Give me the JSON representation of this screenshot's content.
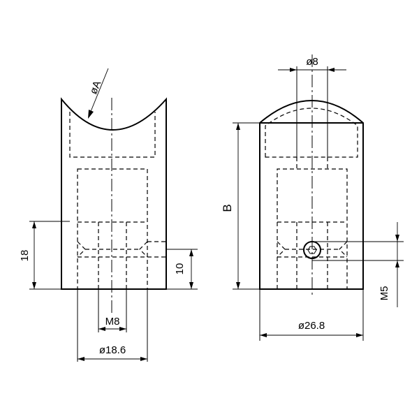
{
  "labels": {
    "left_arc": "øA",
    "left_height_18": "18",
    "left_height_10": "10",
    "left_thread": "M8",
    "left_diameter": "ø18.6",
    "right_top_dia": "ø8",
    "right_height_b": "B",
    "right_screw": "M5",
    "right_diameter": "ø26.8"
  }
}
